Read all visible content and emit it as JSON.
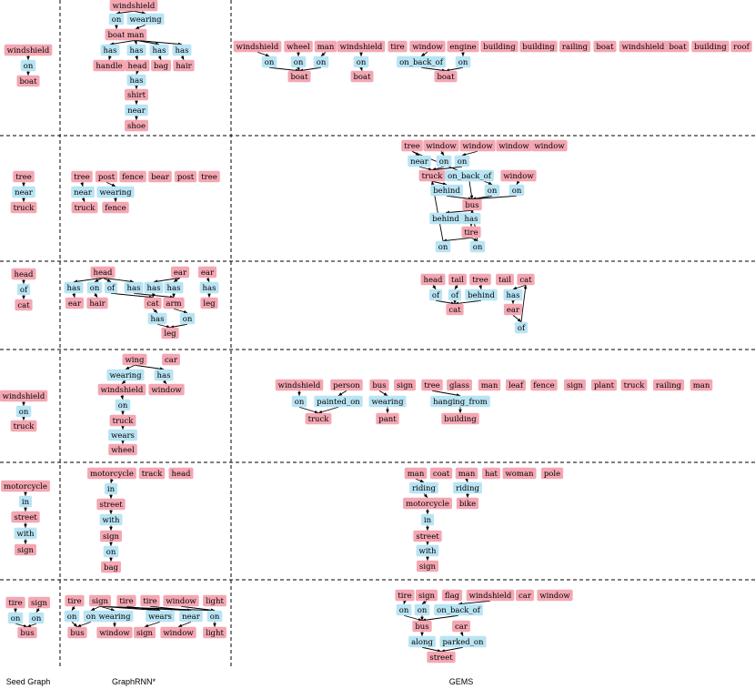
{
  "columns": [
    "Seed Graph",
    "GraphRNN*",
    "GEMS"
  ],
  "colors": {
    "object": "#f4a7b3",
    "relation": "#b9e4f4",
    "edge": "#000000",
    "divider": "#000000"
  },
  "rows": [
    {
      "seed": [
        "windshield",
        "on",
        "boat"
      ],
      "graphrnn": [
        "windshield",
        "on",
        "wearing",
        "boat",
        "man",
        "has",
        "has",
        "has",
        "has",
        "handle",
        "head",
        "bag",
        "hair",
        "has",
        "shirt",
        "near",
        "shoe"
      ],
      "gems": [
        "windshield",
        "wheel",
        "man",
        "windshield",
        "tire",
        "window",
        "engine",
        "building",
        "building",
        "railing",
        "boat",
        "windshield",
        "boat",
        "building",
        "roof",
        "on",
        "on",
        "on",
        "on",
        "on_back_of",
        "on",
        "boat",
        "boat",
        "boat"
      ]
    },
    {
      "seed": [
        "tree",
        "near",
        "truck"
      ],
      "graphrnn": [
        "tree",
        "post",
        "fence",
        "bear",
        "post",
        "tree",
        "near",
        "wearing",
        "truck",
        "fence"
      ],
      "gems": [
        "tree",
        "window",
        "window",
        "window",
        "window",
        "near",
        "on",
        "on",
        "truck",
        "on_back_of",
        "window",
        "behind",
        "on",
        "on",
        "bus",
        "behind",
        "has",
        "tire",
        "on",
        "on"
      ]
    },
    {
      "seed": [
        "head",
        "of",
        "cat"
      ],
      "graphrnn": [
        "head",
        "ear",
        "ear",
        "has",
        "on",
        "of",
        "has",
        "has",
        "has",
        "has",
        "ear",
        "hair",
        "cat",
        "arm",
        "leg",
        "has",
        "on",
        "leg"
      ],
      "gems": [
        "head",
        "tail",
        "tree",
        "tail",
        "cat",
        "of",
        "of",
        "behind",
        "has",
        "cat",
        "ear",
        "of"
      ]
    },
    {
      "seed": [
        "windshield",
        "on",
        "truck"
      ],
      "graphrnn": [
        "wing",
        "car",
        "wearing",
        "has",
        "windshield",
        "window",
        "on",
        "truck",
        "wears",
        "wheel"
      ],
      "gems": [
        "windshield",
        "person",
        "bus",
        "sign",
        "tree",
        "glass",
        "man",
        "leaf",
        "fence",
        "sign",
        "plant",
        "truck",
        "railing",
        "man",
        "on",
        "painted_on",
        "wearing",
        "hanging_from",
        "truck",
        "pant",
        "building"
      ]
    },
    {
      "seed": [
        "motorcycle",
        "in",
        "street",
        "with",
        "sign"
      ],
      "graphrnn": [
        "motorcycle",
        "track",
        "head",
        "in",
        "street",
        "with",
        "sign",
        "on",
        "bag"
      ],
      "gems": [
        "man",
        "coat",
        "man",
        "hat",
        "woman",
        "pole",
        "riding",
        "riding",
        "motorcycle",
        "bike",
        "in",
        "street",
        "with",
        "sign"
      ]
    },
    {
      "seed": [
        "tire",
        "sign",
        "on",
        "on",
        "bus"
      ],
      "graphrnn": [
        "tire",
        "sign",
        "tire",
        "tire",
        "window",
        "light",
        "on",
        "on",
        "wearing",
        "wears",
        "near",
        "on",
        "bus",
        "window",
        "sign",
        "window",
        "light"
      ],
      "gems": [
        "tire",
        "sign",
        "flag",
        "windshield",
        "car",
        "window",
        "on",
        "on",
        "on_back_of",
        "bus",
        "car",
        "along",
        "parked_on",
        "street"
      ]
    }
  ]
}
